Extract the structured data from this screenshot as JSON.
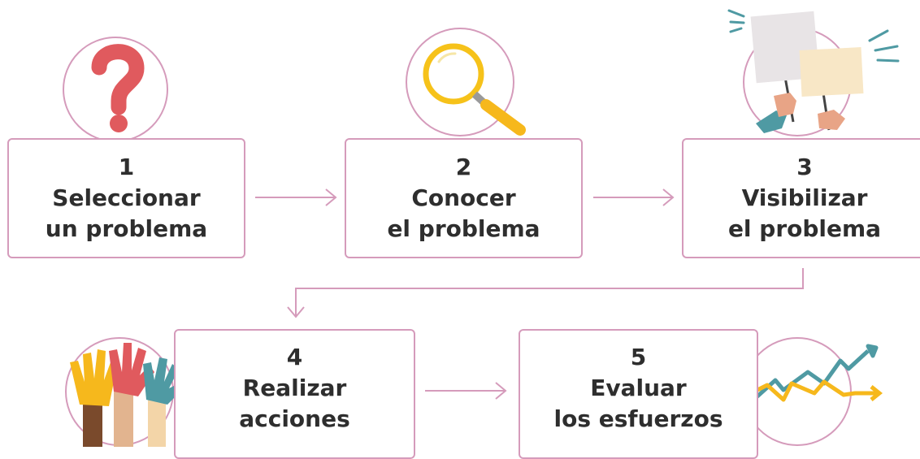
{
  "colors": {
    "border": "#d59bbb",
    "text": "#2e2e2e",
    "arrow": "#d59bbb",
    "question": "#e05a5e",
    "magnifier": "#f6c21a",
    "chart_teal": "#4f9aa3",
    "chart_yellow": "#f6b81c"
  },
  "icons": [
    "question-mark-icon",
    "magnifier-icon",
    "protest-signs-icon",
    "raised-hands-icon",
    "trend-chart-icon"
  ],
  "steps": [
    {
      "number": "1",
      "line1": "Seleccionar",
      "line2": "un problema"
    },
    {
      "number": "2",
      "line1": "Conocer",
      "line2": "el problema"
    },
    {
      "number": "3",
      "line1": "Visibilizar",
      "line2": "el problema"
    },
    {
      "number": "4",
      "line1": "Realizar",
      "line2": "acciones"
    },
    {
      "number": "5",
      "line1": "Evaluar",
      "line2": "los esfuerzos"
    }
  ]
}
